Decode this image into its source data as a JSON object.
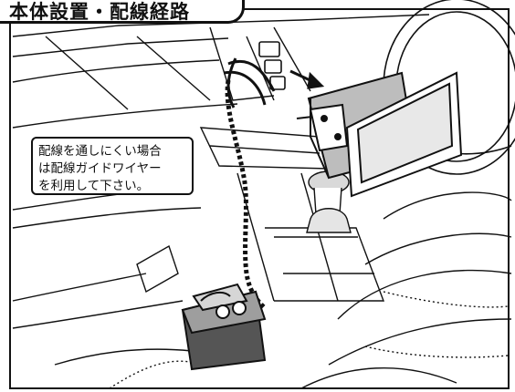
{
  "title": "本体設置・配線経路",
  "callout": {
    "lines": [
      "配線を通しにくい場合",
      "は配線ガイドワイヤー",
      "を利用して下さい。"
    ]
  },
  "colors": {
    "line": "#111111",
    "background": "#ffffff",
    "gray_fill": "#bdbdbd",
    "dark_fill": "#555555"
  }
}
